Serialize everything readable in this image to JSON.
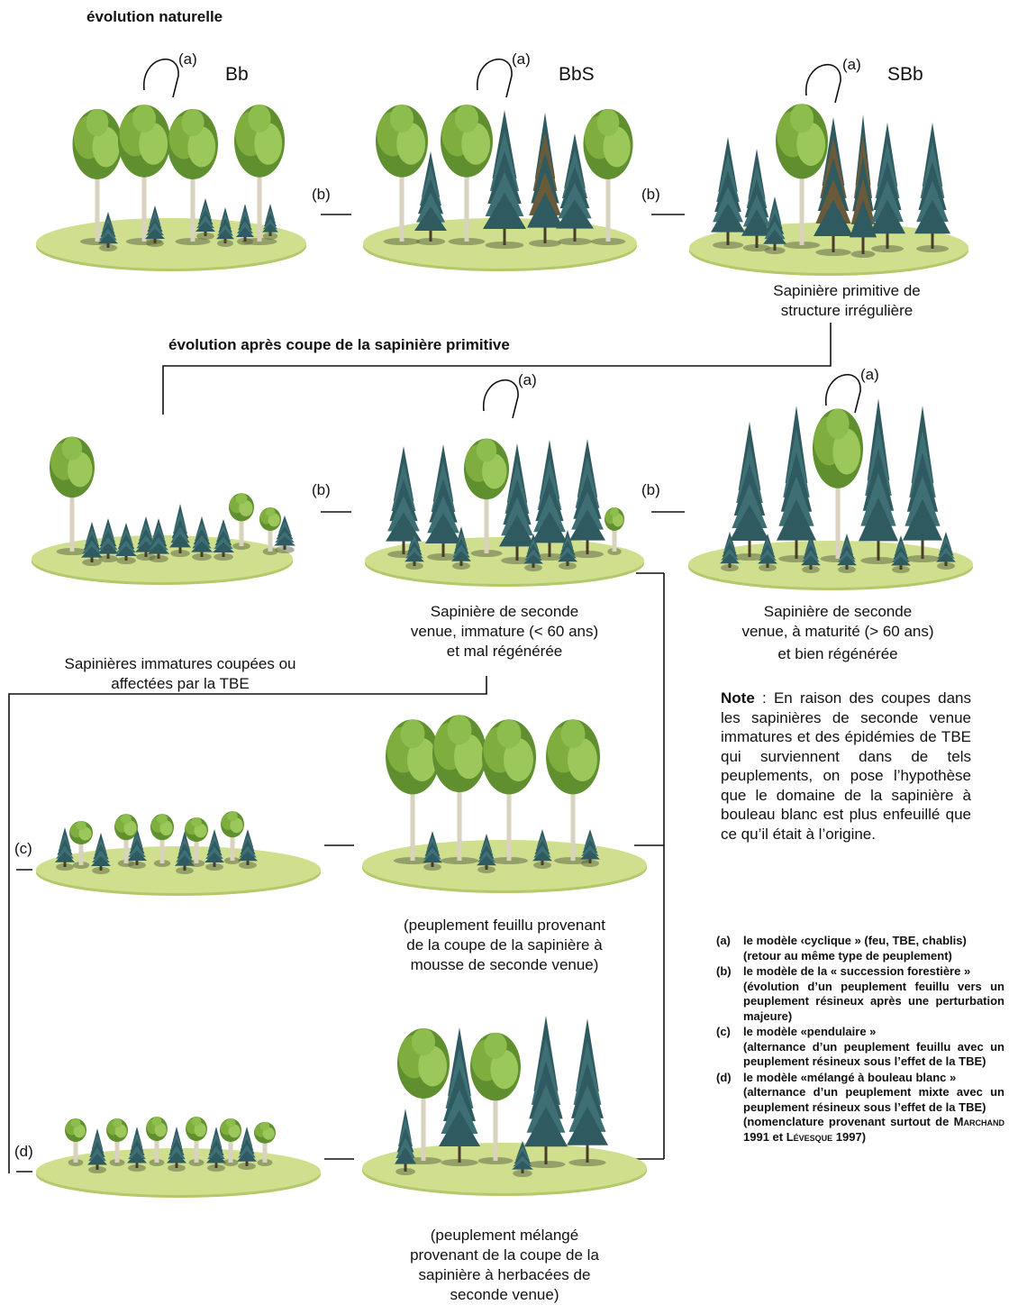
{
  "headings": {
    "natural": "évolution naturelle",
    "after_cut": "évolution après coupe de la sapinière primitive"
  },
  "stand_codes": [
    "Bb",
    "BbS",
    "SBb"
  ],
  "markers": {
    "a": "(a)",
    "b": "(b)",
    "c": "(c)",
    "d": "(d)"
  },
  "captions": {
    "primitive_l1": "Sapinière primitive de",
    "primitive_l2": "structure irrégulière",
    "immature_l1": "Sapinière de seconde",
    "immature_l2": "venue, immature (< 60 ans)",
    "immature_l3": "et mal régénérée",
    "mature_l1": "Sapinière de seconde",
    "mature_l2": "venue, à maturité (> 60 ans)",
    "mature_l3": "et bien régénérée",
    "cut_l1": "Sapinières immatures coupées ou",
    "cut_l2": "affectées par la TBE",
    "hardwood_l1": "(peuplement feuillu provenant",
    "hardwood_l2": "de la coupe de la sapinière à",
    "hardwood_l3": "mousse de seconde venue)",
    "mixed_l1": "(peuplement mélangé",
    "mixed_l2": "provenant de la coupe de la",
    "mixed_l3": "sapinière à herbacées de",
    "mixed_l4": "seconde venue)"
  },
  "note": {
    "label": "Note",
    "text": " : En raison des coupes dans les sapinières de seconde venue immatures et des épidémies de TBE qui surviennent dans de tels peuplements, on pose l’hypothèse que le domaine de la sapinière à bouleau blanc est plus enfeuillé que ce qu’il était à l’origine."
  },
  "legend": {
    "a_key": "(a)",
    "a_l1": "le modèle ‹cyclique » (feu, TBE, chablis)",
    "a_l2": "(retour au même type de peuplement)",
    "b_key": "(b)",
    "b_l1": "le modèle de la « succession forestière »",
    "b_l2": "(évolution d’un peuplement feuillu vers un peuplement résineux après une perturbation majeure)",
    "c_key": "(c)",
    "c_l1": "le modèle «pendulaire »",
    "c_l2": "(alternance d’un peuplement feuillu avec un peuplement résineux sous l’effet de la TBE)",
    "d_key": "(d)",
    "d_l1": "le modèle «mélangé à bouleau blanc »",
    "d_l2": "(alternance d’un peuplement mixte avec un peuplement résineux sous l’effet de la TBE)",
    "source_pre": "(nomenclature provenant surtout de ",
    "source_a1": "Marchand",
    "source_mid": " 1991 et ",
    "source_a2": "Lévesque",
    "source_post": " 1997)"
  },
  "colors": {
    "ground": "#cfdf8e",
    "ground_dark": "#b2c86a",
    "conifer": "#3d6f74",
    "conifer_dark": "#2f5a5f",
    "dead_conifer": "#6a5a3a",
    "birch_foliage": "#7fae3e",
    "birch_trunk": "#d8d2bf",
    "line": "#111111"
  }
}
